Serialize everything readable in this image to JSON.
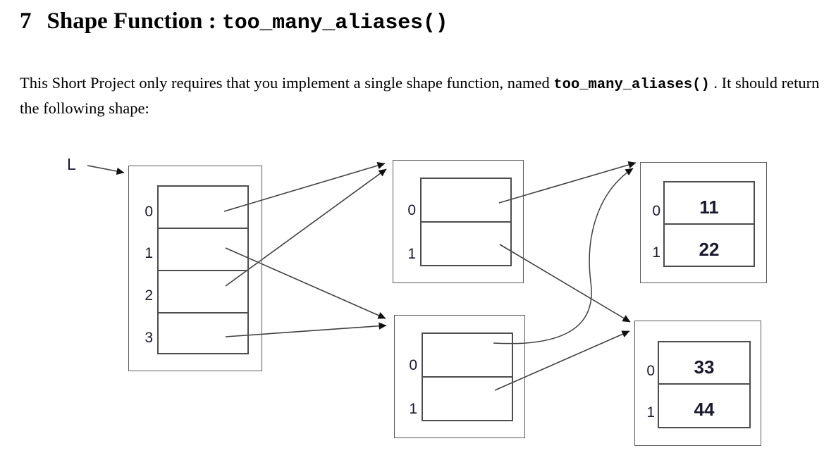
{
  "document": {
    "section_number": "7",
    "section_title": "Shape Function :",
    "section_function": "too_many_aliases()",
    "paragraph_part1": "This Short Project only requires that you implement a single shape function, named ",
    "paragraph_mono": "too_many_aliases()",
    "paragraph_part2": " . It should return the following shape:"
  },
  "diagram": {
    "root_label": "L",
    "nodes": {
      "list_root": {
        "name": "L",
        "indices": [
          "0",
          "1",
          "2",
          "3"
        ],
        "values": [
          "",
          "",
          "",
          ""
        ]
      },
      "mid_top": {
        "indices": [
          "0",
          "1"
        ],
        "values": [
          "",
          ""
        ]
      },
      "mid_bottom": {
        "indices": [
          "0",
          "1"
        ],
        "values": [
          "",
          ""
        ]
      },
      "right_top": {
        "indices": [
          "0",
          "1"
        ],
        "values": [
          "11",
          "22"
        ]
      },
      "right_bottom": {
        "indices": [
          "0",
          "1"
        ],
        "values": [
          "33",
          "44"
        ]
      }
    },
    "edges": [
      {
        "from": "list_root.0",
        "to": "mid_top"
      },
      {
        "from": "list_root.1",
        "to": "mid_bottom"
      },
      {
        "from": "list_root.2",
        "to": "mid_top"
      },
      {
        "from": "list_root.3",
        "to": "mid_bottom"
      },
      {
        "from": "mid_top.0",
        "to": "right_top"
      },
      {
        "from": "mid_top.1",
        "to": "right_bottom"
      },
      {
        "from": "mid_bottom.0",
        "to": "right_top"
      },
      {
        "from": "mid_bottom.1",
        "to": "right_bottom"
      }
    ],
    "colors": {
      "outer_border": "#595959",
      "inner_border": "#4d4d4d",
      "arrow": "#404040",
      "index_text": "#1a1a2e",
      "value_text": "#1a1a2e"
    }
  }
}
